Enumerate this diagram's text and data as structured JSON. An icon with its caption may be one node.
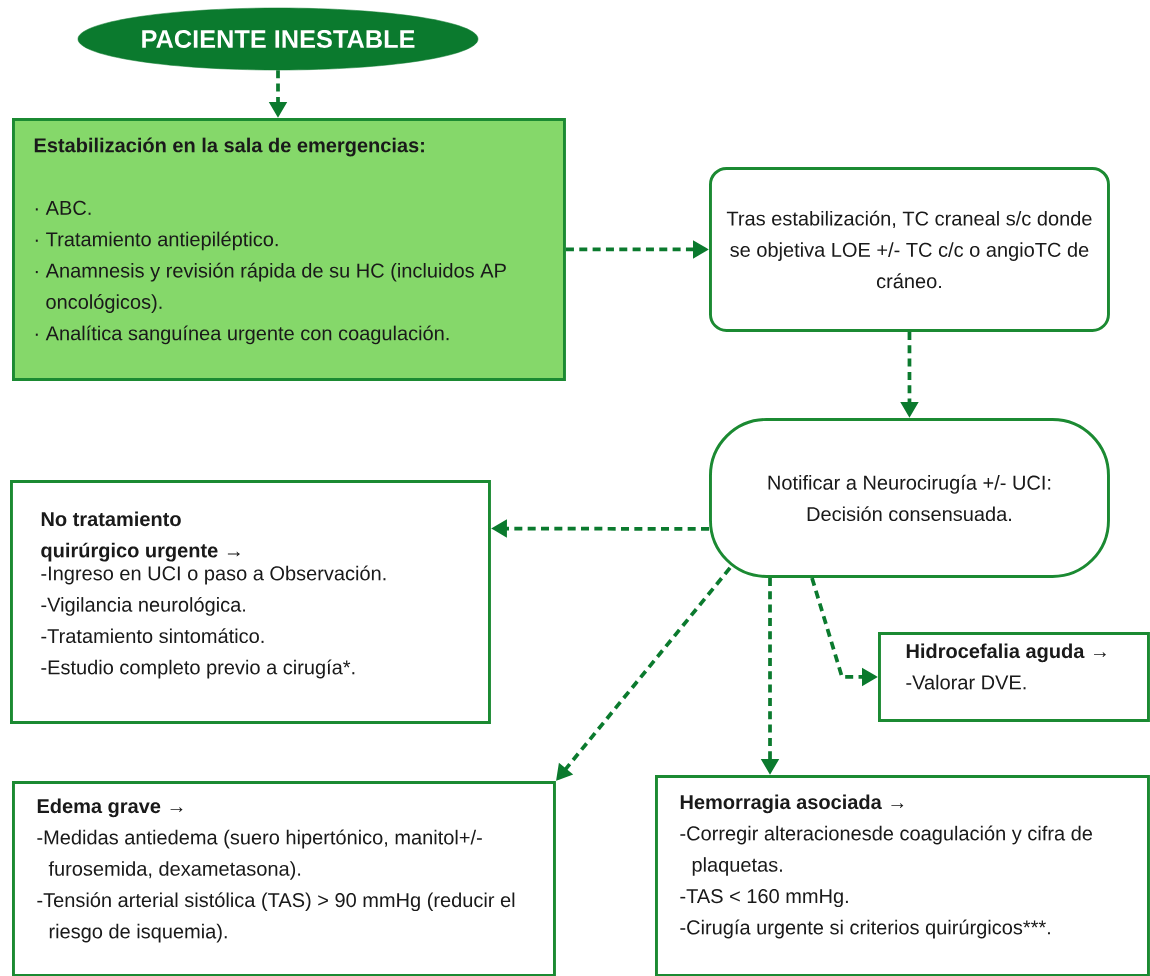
{
  "diagram": {
    "nodes": [
      {
        "text": [
          "PACIENTE INESTABLE"
        ]
      },
      {
        "text": [
          "Estabilización en la sala de emergencias:",
          "· ABC.",
          "· Tratamiento antiepiléptico.",
          "· Anamnesis y revisión rápida de su HC (incluidos AP oncológicos).",
          "· Analítica sanguínea urgente con coagulación."
        ]
      },
      {
        "text": [
          "Tras estabilización, TC craneal s/c donde se objetiva LOE +/- TC c/c o angioTC de cráneo."
        ]
      },
      {
        "text": [
          "Notificar a Neurocirugía +/- UCI: Decisión consensuada."
        ]
      },
      {
        "text": [
          "No tratamiento quirúrgico urgente →",
          "-Ingreso en UCI o paso a Observación.",
          "-Vigilancia neurológica.",
          "-Tratamiento sintomático.",
          "-Estudio completo previo a cirugía*."
        ]
      },
      {
        "text": [
          "Hidrocefalia aguda →",
          "-Valorar DVE."
        ]
      },
      {
        "text": [
          "Edema grave →",
          "-Medidas antiedema (suero hipertónico, manitol+/- furosemida, dexametasona).",
          "-Tensión arterial sistólica (TAS) > 90 mmHg (reducir el riesgo de isquemia)."
        ]
      },
      {
        "text": [
          "Hemorragia asociada →",
          "-Corregir alteracionesde coagulación y cifra de plaquetas.",
          "-TAS < 160 mmHg.",
          "-Cirugía urgente si criterios quirúrgicos***."
        ]
      }
    ],
    "edges": [
      {
        "from": 0,
        "to": 1,
        "arrow": "to",
        "style": "dashed"
      },
      {
        "from": 1,
        "to": 2,
        "arrow": "to",
        "style": "dashed"
      },
      {
        "from": 2,
        "to": 3,
        "arrow": "to",
        "style": "dashed"
      },
      {
        "from": 3,
        "to": 4,
        "arrow": "to",
        "style": "dashed"
      },
      {
        "from": 3,
        "to": 5,
        "arrow": "to",
        "style": "dashed"
      },
      {
        "from": 3,
        "to": 6,
        "arrow": "to",
        "style": "dashed"
      },
      {
        "from": 3,
        "to": 7,
        "arrow": "to",
        "style": "dashed"
      }
    ]
  }
}
